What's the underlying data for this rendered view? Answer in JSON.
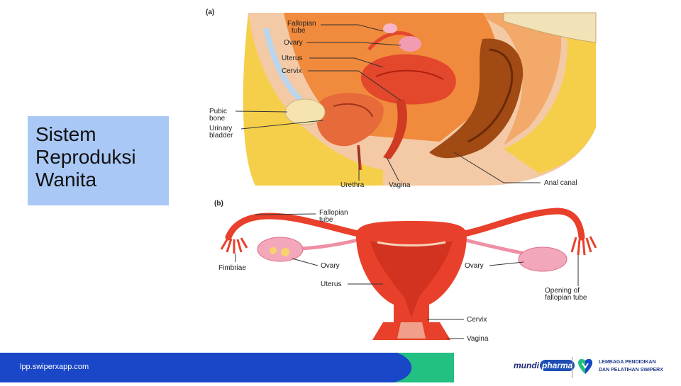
{
  "slide": {
    "title_lines": [
      "Sistem",
      "Reproduksi",
      "Wanita"
    ]
  },
  "figure_a": {
    "panel_label": "(a)",
    "labels": {
      "fallopian_tube_1": "Fallopian",
      "fallopian_tube_2": "tube",
      "ovary": "Ovary",
      "uterus": "Uterus",
      "cervix": "Cervix",
      "pubic_bone_1": "Pubic",
      "pubic_bone_2": "bone",
      "urinary_bladder_1": "Urinary",
      "urinary_bladder_2": "bladder",
      "urethra": "Urethra",
      "vagina": "Vagina",
      "anal_canal": "Anal canal"
    }
  },
  "figure_b": {
    "panel_label": "(b)",
    "labels": {
      "fallopian_tube_1": "Fallopian",
      "fallopian_tube_2": "tube",
      "fimbriae": "Fimbriae",
      "ovary_left": "Ovary",
      "ovary_right": "Ovary",
      "uterus": "Uterus",
      "cervix": "Cervix",
      "vagina": "Vagina",
      "opening_1": "Opening of",
      "opening_2": "fallopian tube"
    }
  },
  "footer": {
    "url": "lpp.swiperxapp.com",
    "brand_mundi_1": "mundi",
    "brand_mundi_2": "pharma",
    "brand_lp_1": "LEMBAGA PENDIDIKAN",
    "brand_lp_2": "DAN PELATIHAN SWIPERX"
  },
  "colors": {
    "title_box": "#a9c8f5",
    "footer_blue": "#1947c8",
    "footer_green": "#22c081",
    "tissue_red": "#e8402a",
    "fat_yellow": "#f6cf4a"
  }
}
